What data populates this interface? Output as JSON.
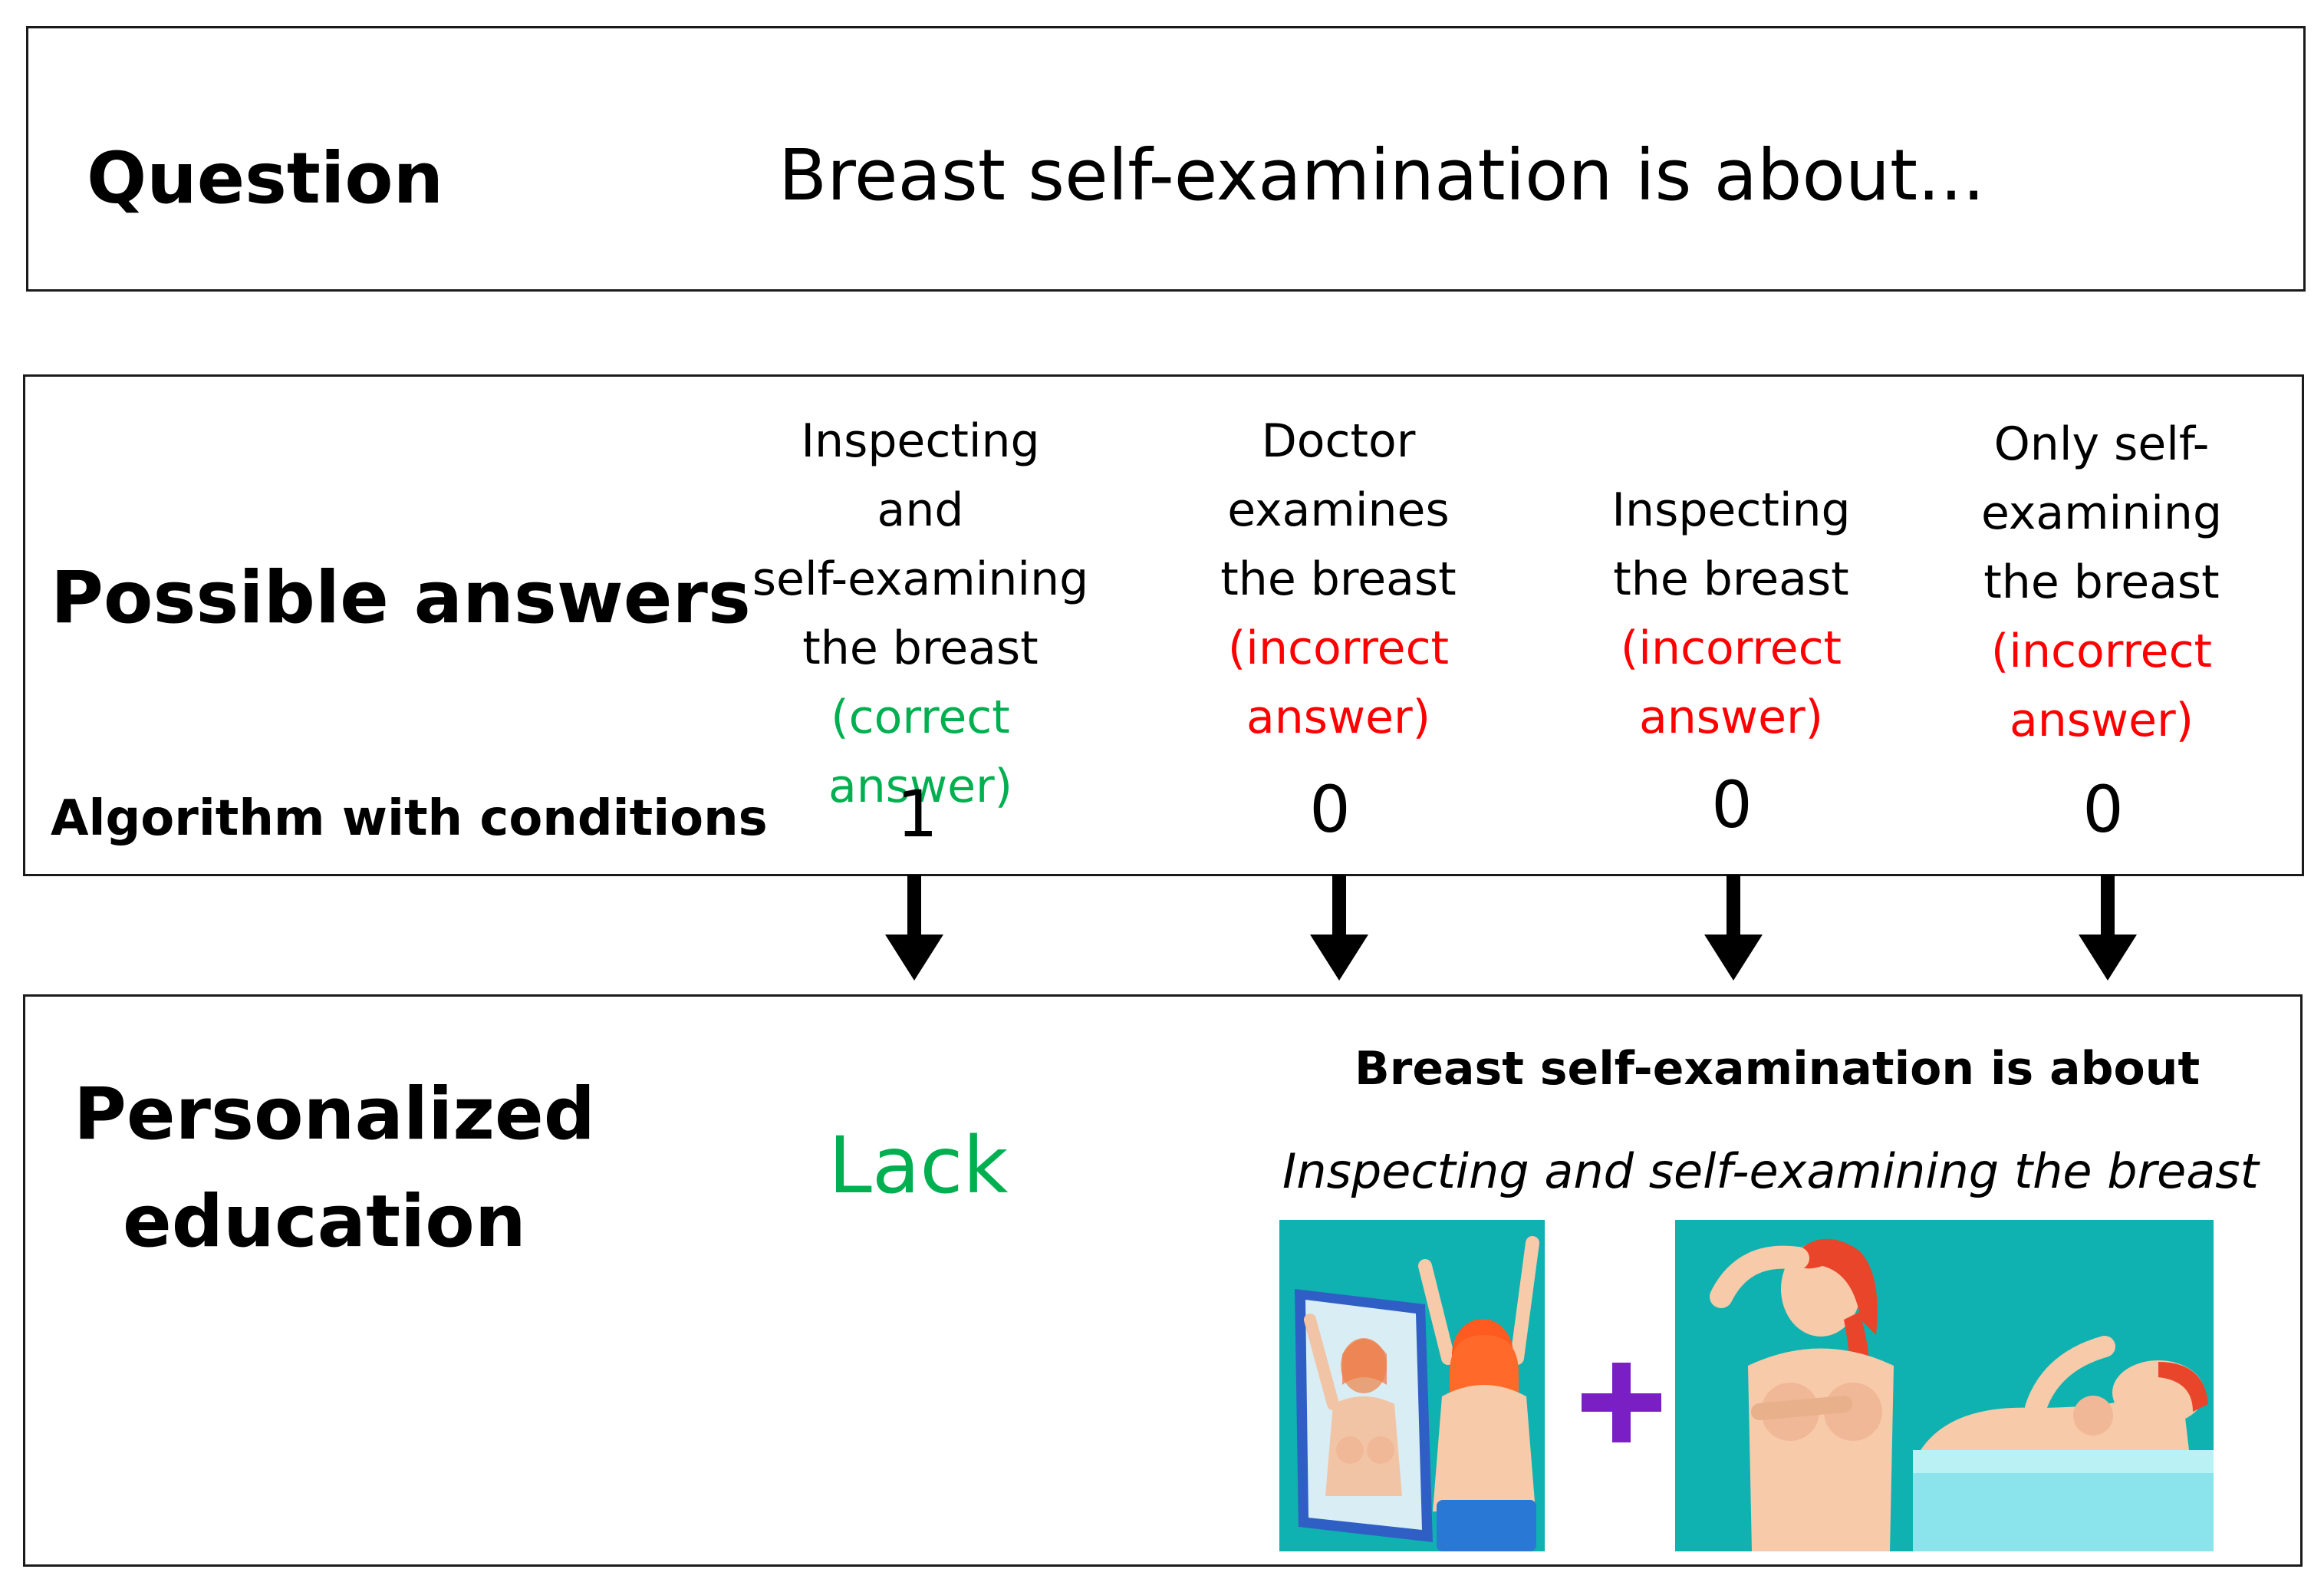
{
  "question": {
    "header": "Question",
    "text": "Breast self-examination is about..."
  },
  "answers": {
    "header": "Possible answers",
    "algorithm_label": "Algorithm with conditions",
    "items": [
      {
        "label": "Inspecting and\nself-examining\nthe breast",
        "verdict": "(correct\nanswer)",
        "status": "correct",
        "score": "1"
      },
      {
        "label": "Doctor\nexamines\nthe breast",
        "verdict": "(incorrect\nanswer)",
        "status": "incorrect",
        "score": "0"
      },
      {
        "label": "Inspecting\nthe breast",
        "verdict": "(incorrect\nanswer)",
        "status": "incorrect",
        "score": "0"
      },
      {
        "label": "Only self-\nexamining\nthe breast",
        "verdict": "(incorrect\nanswer)",
        "status": "incorrect",
        "score": "0"
      }
    ]
  },
  "education": {
    "header_line1": "Personalized",
    "header_line2": "education",
    "lack_label": "Lack",
    "title": "Breast self-examination is about",
    "subtitle": "Inspecting and self-examining the breast",
    "plus_symbol": "+",
    "illustrations": [
      "mirror-inspection-illustration",
      "self-palpation-illustration"
    ]
  },
  "colors": {
    "correct": "#00b050",
    "incorrect": "#ff0000",
    "illustration_bg": "#0fb1b1",
    "plus": "#7a1fc4"
  }
}
